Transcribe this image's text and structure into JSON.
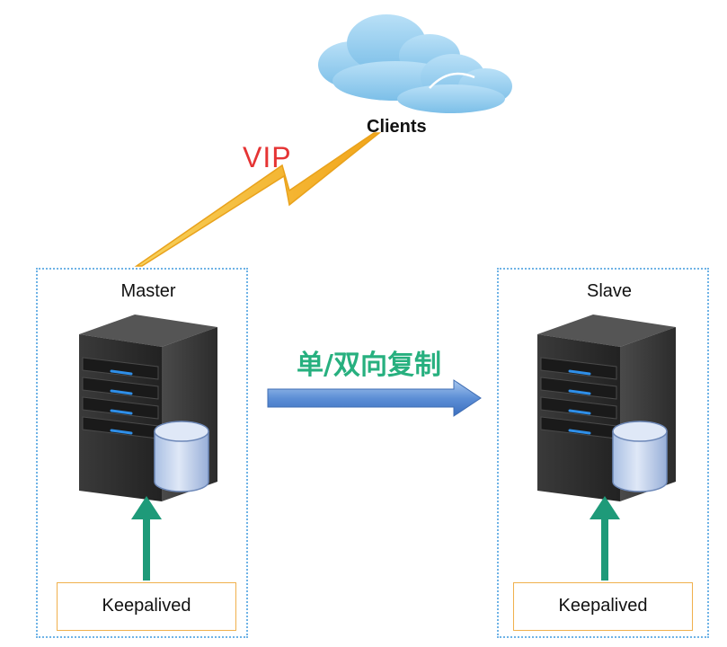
{
  "diagram": {
    "clients_label": "Clients",
    "vip_label": "VIP",
    "replication_label": "单/双向复制",
    "master": {
      "label": "Master",
      "agent_label": "Keepalived"
    },
    "slave": {
      "label": "Slave",
      "agent_label": "Keepalived"
    }
  },
  "colors": {
    "vip_text": "#e53434",
    "replication_text": "#27b07f",
    "group_border": "#6fb3e6",
    "agent_border": "#f0b04c",
    "lightning": "#f5b820",
    "health_arrow": "#1e9a79",
    "replication_arrow": "#4f86cf",
    "cloud": "#8ec8ec",
    "database": "#b9cde8"
  },
  "icons": {
    "clients": "cloud-icon",
    "vip_link": "lightning-bolt-icon",
    "servers": "server-tower-icon",
    "databases": "database-cylinder-icon"
  }
}
